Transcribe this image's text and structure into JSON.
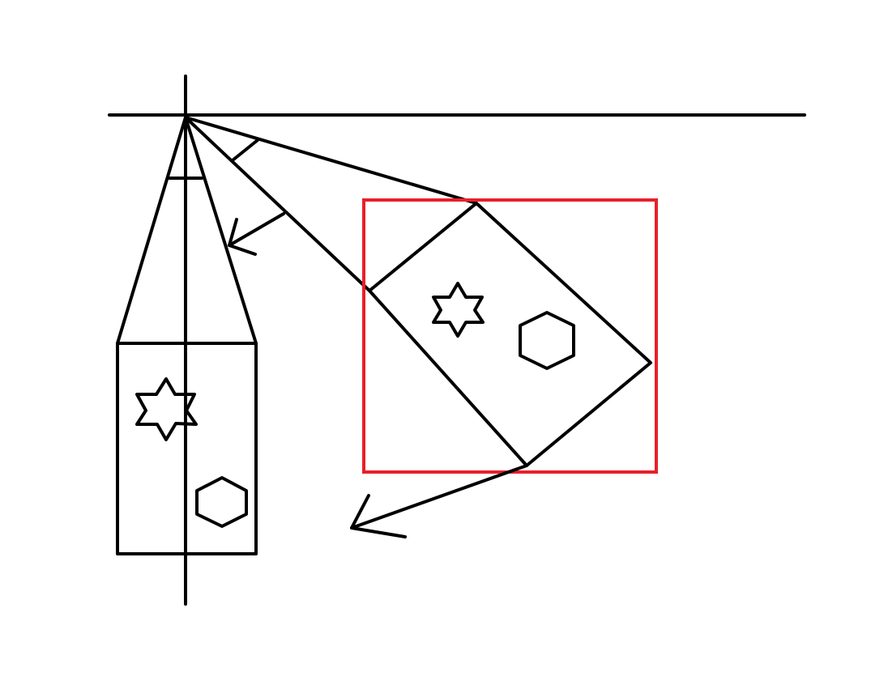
{
  "diagram": {
    "colors": {
      "background": "#ffffff",
      "line": "#000000",
      "bounding_box": "#e8202a"
    },
    "elements": [
      "horizontal-axis",
      "vertical-axis",
      "upright-view-frustum",
      "upright-rectangle",
      "star-icon",
      "hexagon-icon",
      "rotation-angle-arc",
      "rotation-arrow",
      "rotated-view-frustum",
      "rotated-rectangle",
      "axis-aligned-bounding-box",
      "direction-arrow"
    ],
    "icons": [
      "star-icon",
      "hexagon-icon"
    ]
  }
}
